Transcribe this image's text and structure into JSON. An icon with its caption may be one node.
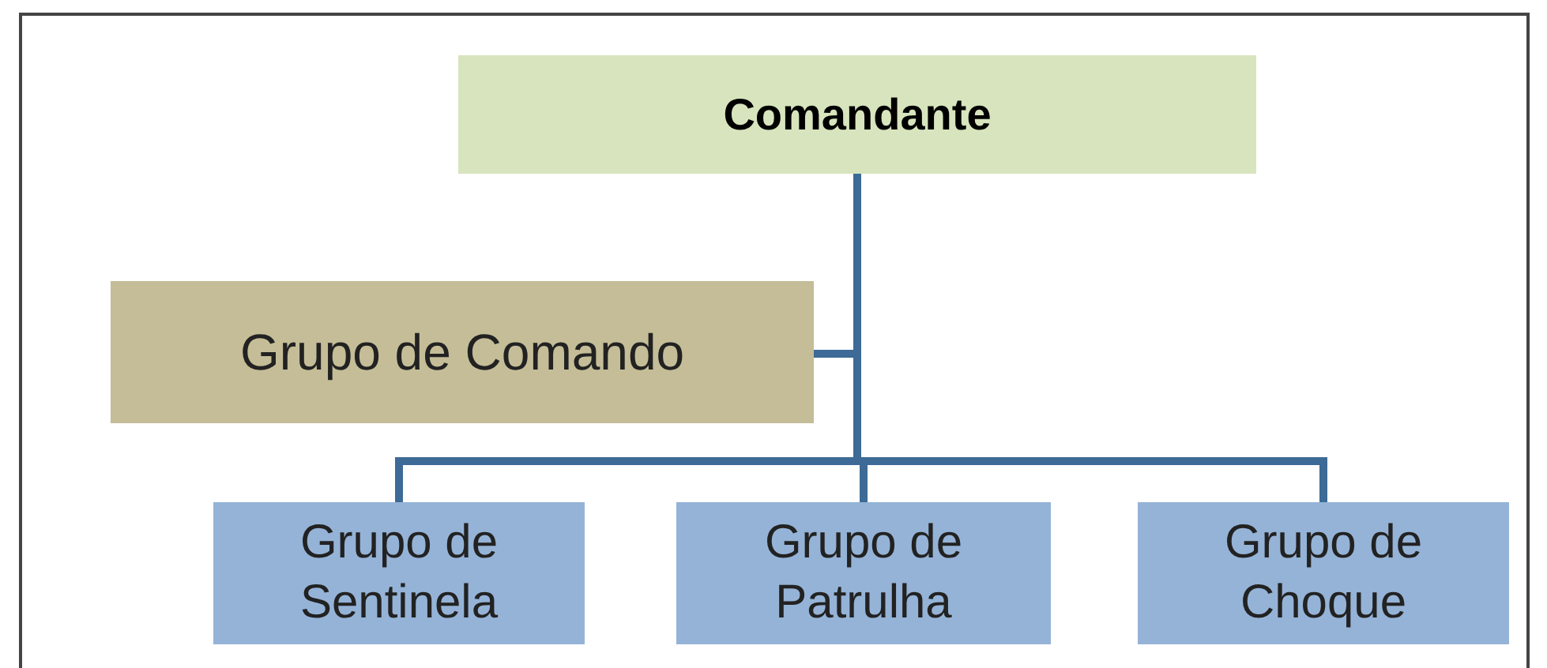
{
  "diagram": {
    "nodes": [
      {
        "text": [
          "Comandante"
        ]
      },
      {
        "text": [
          "Grupo de Comando"
        ]
      },
      {
        "text": [
          "Grupo de Sentinela"
        ]
      },
      {
        "text": [
          "Grupo de Patrulha"
        ]
      },
      {
        "text": [
          "Grupo de Choque"
        ]
      }
    ],
    "edges": [
      {
        "from": 0,
        "to": 1,
        "arrow": "none"
      },
      {
        "from": 0,
        "to": 2,
        "arrow": "none"
      },
      {
        "from": 0,
        "to": 3,
        "arrow": "none"
      },
      {
        "from": 0,
        "to": 4,
        "arrow": "none"
      }
    ]
  }
}
